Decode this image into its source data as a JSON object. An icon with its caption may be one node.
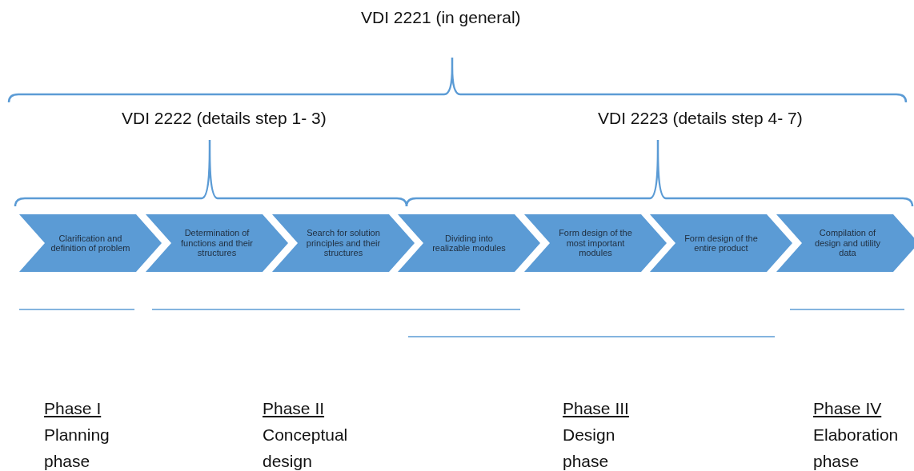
{
  "diagram": {
    "nodes": [
      {
        "text": [
          "Clarification and definition of problem"
        ]
      },
      {
        "text": [
          "Determination of functions and their structures"
        ]
      },
      {
        "text": [
          "Search for solution principles and their structures"
        ]
      },
      {
        "text": [
          "Dividing into realizable modules"
        ]
      },
      {
        "text": [
          "Form design of the most important modules"
        ]
      },
      {
        "text": [
          "Form design of the entire product"
        ]
      },
      {
        "text": [
          "Compilation of design and utility data"
        ]
      }
    ],
    "labels": [
      "VDI 2221 (in general)",
      "VDI 2222 (details step 1- 3)",
      "VDI 2223 (details step 4- 7)",
      "Phase I",
      "Planning phase",
      "Phase II",
      "Conceptual design",
      "Phase III",
      "Design phase",
      "Phase IV",
      "Elaboration phase"
    ]
  }
}
